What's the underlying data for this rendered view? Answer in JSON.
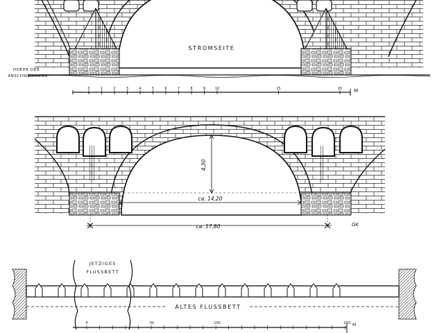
{
  "labels": {
    "stromseite": "STROMSEITE",
    "hoehe_line1": "HOEHE DER",
    "hoehe_line2": "ANSCHWEMMUNG",
    "dim_height": "4,30",
    "dim_span_inner": "ca. 14,20",
    "dim_span_outer": "ca. 17,80",
    "signature": "GK",
    "jetziges_line1": "JETZIGES",
    "jetziges_line2": "FLUSSBETT",
    "altes_flussbett": "ALTES FLUSSBETT"
  },
  "scale_top": {
    "ticks": [
      "0",
      "1",
      "2",
      "3",
      "4",
      "5",
      "6",
      "7",
      "8",
      "9",
      "10",
      "15",
      "20"
    ],
    "unit": "M"
  },
  "scale_bottom": {
    "ticks": [
      "0",
      "50",
      "100",
      "200"
    ],
    "unit": "M"
  }
}
